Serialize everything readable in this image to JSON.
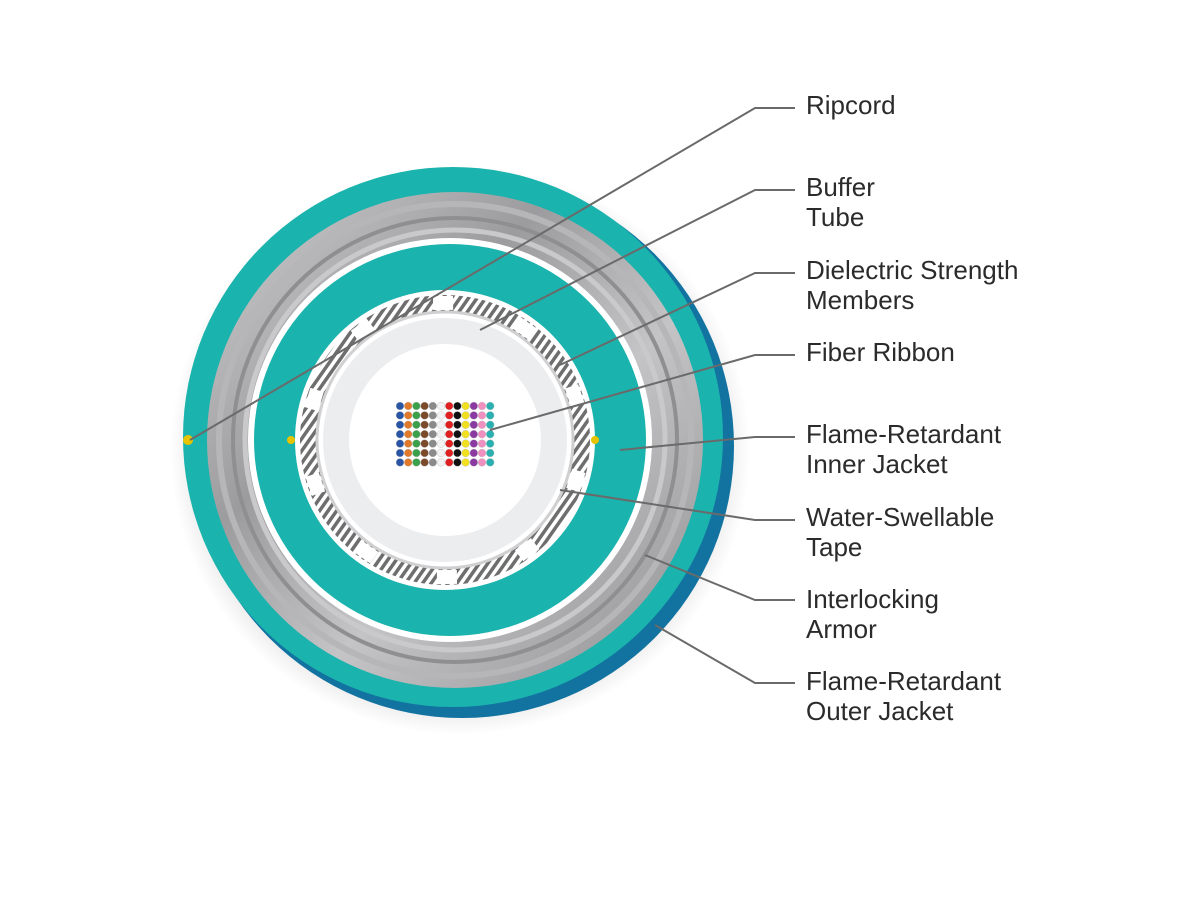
{
  "labels": {
    "ripcord": "Ripcord",
    "buffer_tube_1": "Buffer",
    "buffer_tube_2": "Tube",
    "dielectric_1": "Dielectric Strength",
    "dielectric_2": "Members",
    "fiber_ribbon": "Fiber Ribbon",
    "inner_jacket_1": "Flame-Retardant",
    "inner_jacket_2": "Inner Jacket",
    "tape_1": "Water-Swellable",
    "tape_2": "Tape",
    "armor_1": "Interlocking",
    "armor_2": "Armor",
    "outer_jacket_1": "Flame-Retardant",
    "outer_jacket_2": "Outer Jacket"
  },
  "colors": {
    "jacket": "#1bb3ad",
    "jacket_edge": "#1273a0",
    "armor": "#a9a9ab",
    "buffer_tube": "#ecedef",
    "ribbon_core": "#ffffff",
    "leader": "#6a6a6a",
    "ripcord": "#e8c300"
  },
  "fiber_ribbon": {
    "columns": [
      "#2a55a5",
      "#e07a2a",
      "#3aa04a",
      "#7a4a2a",
      "#8a8a8a",
      "#f2f2f2",
      "#e02020",
      "#111111",
      "#f0e020",
      "#8a3aa0",
      "#f090c0",
      "#2ab0b0"
    ],
    "rows": 7
  }
}
